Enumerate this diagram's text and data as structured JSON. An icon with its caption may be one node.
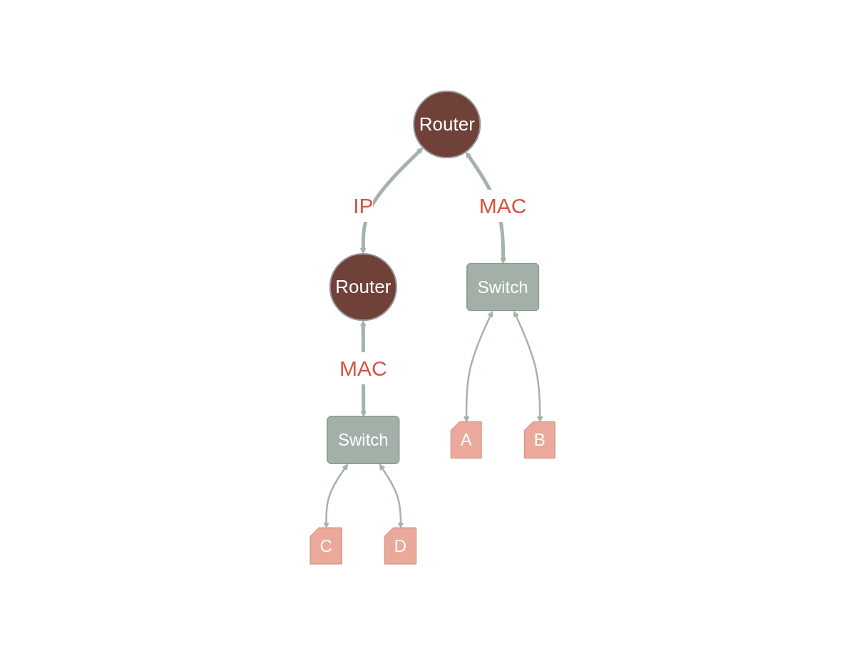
{
  "diagram": {
    "nodes": [
      {
        "text": [
          "Router"
        ]
      },
      {
        "text": [
          "Router"
        ]
      },
      {
        "text": [
          "Switch"
        ]
      },
      {
        "text": [
          "Switch"
        ]
      },
      {
        "text": [
          "A"
        ]
      },
      {
        "text": [
          "B"
        ]
      },
      {
        "text": [
          "C"
        ]
      },
      {
        "text": [
          "D"
        ]
      }
    ],
    "edges": [
      {
        "from": 0,
        "to": 1,
        "arrow": "both",
        "label": "IP",
        "style": "thick"
      },
      {
        "from": 0,
        "to": 2,
        "arrow": "both",
        "label": "MAC",
        "style": "thick"
      },
      {
        "from": 1,
        "to": 3,
        "arrow": "both",
        "label": "MAC",
        "style": "thick"
      },
      {
        "from": 2,
        "to": 4,
        "arrow": "both"
      },
      {
        "from": 2,
        "to": 5,
        "arrow": "both"
      },
      {
        "from": 3,
        "to": 6,
        "arrow": "both"
      },
      {
        "from": 3,
        "to": 7,
        "arrow": "both"
      }
    ]
  }
}
